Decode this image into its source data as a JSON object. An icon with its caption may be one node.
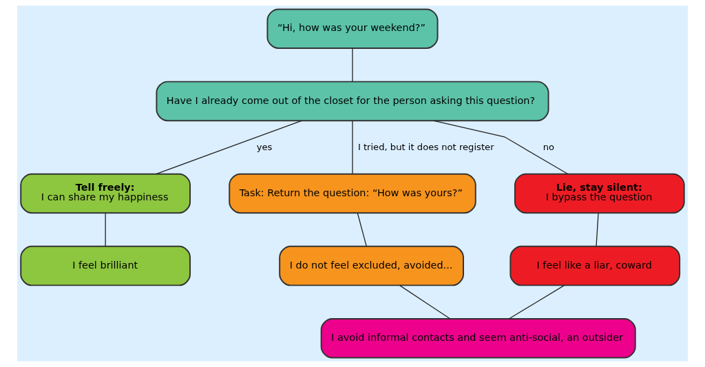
{
  "diagram": {
    "nodes": [
      {
        "text": [
          "“Hi, how was your weekend?”"
        ]
      },
      {
        "text": [
          "Have I already come out of the closet for the person asking this question?"
        ]
      },
      {
        "text": [
          "Tell freely:",
          "I can share my happiness"
        ]
      },
      {
        "text": [
          "Task: Return the question: “How was yours?”"
        ]
      },
      {
        "text": [
          "Lie, stay silent:",
          "I bypass the question"
        ]
      },
      {
        "text": [
          "I feel brilliant"
        ]
      },
      {
        "text": [
          "I do not feel excluded, avoided..."
        ]
      },
      {
        "text": [
          "I feel like a liar, coward"
        ]
      },
      {
        "text": [
          "I avoid informal contacts and seem anti-social, an outsider"
        ]
      }
    ],
    "edges": [
      {
        "from": 0,
        "to": 1,
        "arrow": "none"
      },
      {
        "from": 1,
        "to": 2,
        "arrow": "none",
        "label": "yes"
      },
      {
        "from": 1,
        "to": 3,
        "arrow": "none",
        "label": "I tried, but it does not register"
      },
      {
        "from": 1,
        "to": 4,
        "arrow": "none",
        "label": "no"
      },
      {
        "from": 2,
        "to": 5,
        "arrow": "none"
      },
      {
        "from": 3,
        "to": 6,
        "arrow": "none"
      },
      {
        "from": 4,
        "to": 7,
        "arrow": "none"
      },
      {
        "from": 6,
        "to": 8,
        "arrow": "none"
      },
      {
        "from": 7,
        "to": 8,
        "arrow": "none"
      }
    ]
  }
}
